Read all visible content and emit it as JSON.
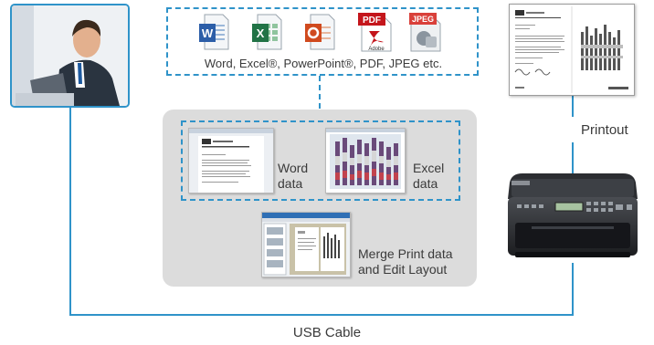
{
  "file_types": {
    "caption": "Word, Excel®, PowerPoint®, PDF, JPEG etc.",
    "icons": [
      {
        "name": "word-file-icon",
        "letter": "W",
        "color": "#2c5ea8"
      },
      {
        "name": "excel-file-icon",
        "letter": "X",
        "color": "#217346"
      },
      {
        "name": "powerpoint-file-icon",
        "letter": "P",
        "color": "#d04a1e"
      },
      {
        "name": "pdf-file-icon",
        "tag": "PDF",
        "sub": "Adobe",
        "color": "#c4161c"
      },
      {
        "name": "jpeg-file-icon",
        "tag": "JPEG",
        "color": "#d9403a"
      }
    ]
  },
  "software": {
    "word_label": "Word\ndata",
    "excel_label": "Excel\ndata",
    "merge_label": "Merge Print data\nand Edit Layout"
  },
  "printer": {
    "printout_label": "Printout"
  },
  "connection": {
    "cable_label": "USB Cable"
  },
  "colors": {
    "accent": "#2f93c9",
    "panel": "#dcdcdc"
  }
}
